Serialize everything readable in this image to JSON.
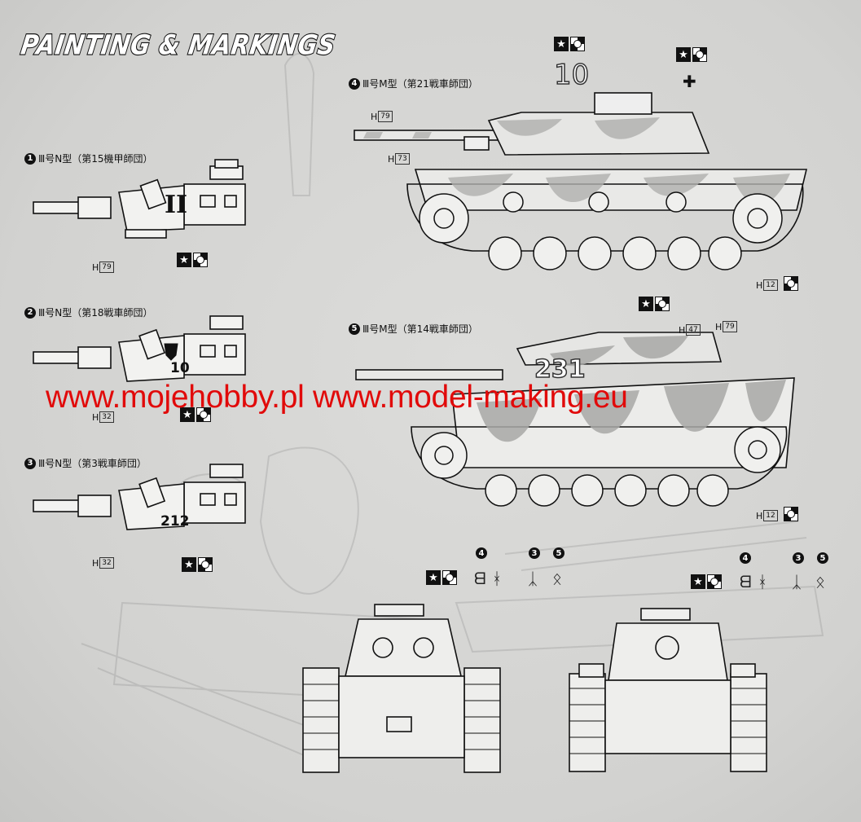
{
  "title": "PAINTING & MARKINGS",
  "watermark": "www.mojehobby.pl www.model-making.eu",
  "variants": [
    {
      "num": "1",
      "label": "Ⅲ号N型（第15機甲師団）",
      "code": "H",
      "code_num": "79",
      "marking": "II"
    },
    {
      "num": "2",
      "label": "Ⅲ号N型（第18戦車師団）",
      "code": "H",
      "code_num": "32",
      "marking": "10"
    },
    {
      "num": "3",
      "label": "Ⅲ号N型（第3戦車師団）",
      "code": "H",
      "code_num": "32",
      "marking": "212"
    },
    {
      "num": "4",
      "label": "Ⅲ号M型（第21戦車師団）",
      "codes": [
        {
          "code": "H",
          "num": "79"
        },
        {
          "code": "H",
          "num": "73"
        },
        {
          "code": "H",
          "num": "12"
        }
      ],
      "marking": "10"
    },
    {
      "num": "5",
      "label": "Ⅲ号M型（第14戦車師団）",
      "codes": [
        {
          "code": "H",
          "num": "47"
        },
        {
          "code": "H",
          "num": "79"
        },
        {
          "code": "H",
          "num": "12"
        }
      ],
      "marking": "231"
    }
  ],
  "rune_sets": {
    "front": {
      "n4": "4",
      "n3": "3",
      "n5": "5",
      "r4a": "ᗺ",
      "r4b": "ᚼ",
      "r3": "ᛣ",
      "r5": "ᛟ"
    },
    "rear": {
      "n4": "4",
      "n3": "3",
      "n5": "5",
      "r4a": "ᗺ",
      "r4b": "ᚼ",
      "r3": "ᛣ",
      "r5": "ᛟ"
    }
  },
  "icons": [
    "star-icon",
    "checker-circle-icon",
    "balkenkreuz-icon"
  ],
  "colors": {
    "paper": "#d6d6d4",
    "ink": "#111111",
    "watermark": "#e10a0a",
    "camo": "#a8a8a6"
  }
}
